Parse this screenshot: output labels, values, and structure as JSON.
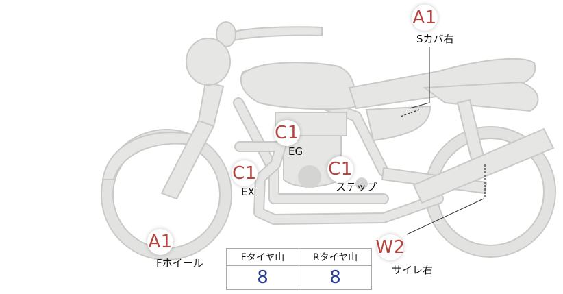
{
  "markers": {
    "s_cover_right": {
      "grade": "A1",
      "part": "Sカバ右"
    },
    "engine": {
      "grade": "C1",
      "part": "EG"
    },
    "exhaust": {
      "grade": "C1",
      "part": "EX"
    },
    "step": {
      "grade": "C1",
      "part": "ステップ"
    },
    "front_wheel": {
      "grade": "A1",
      "part": "Fホイール"
    },
    "silencer_right": {
      "grade": "W2",
      "part": "サイレ右"
    }
  },
  "tread_table": {
    "headers": [
      "Fタイヤ山",
      "Rタイヤ山"
    ],
    "values": [
      "8",
      "8"
    ]
  },
  "colors": {
    "grade_text": "#b5443f",
    "tread_value": "#2a3f8f",
    "bike_fill": "#e6e6e4",
    "bike_outline": "#c9c9c7"
  }
}
